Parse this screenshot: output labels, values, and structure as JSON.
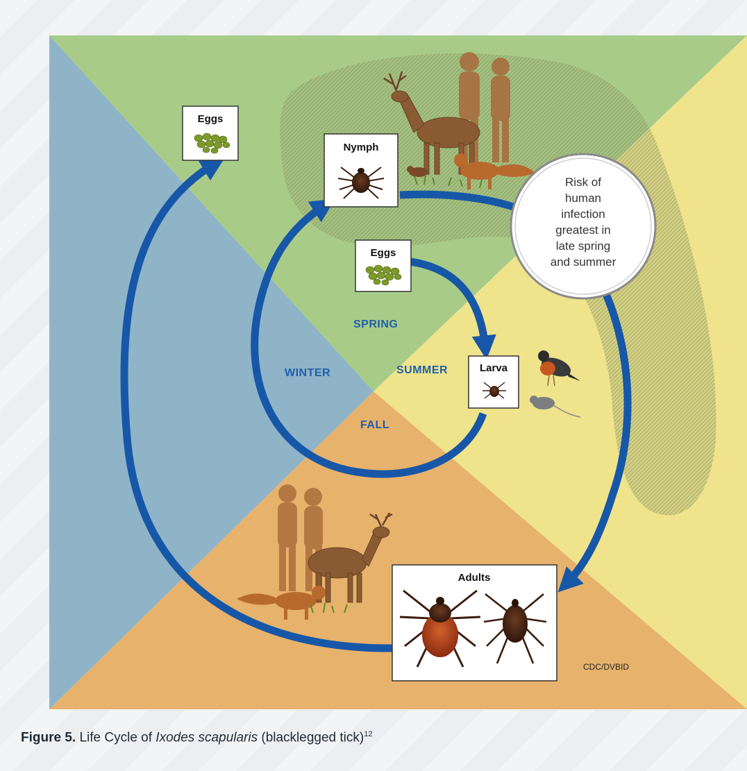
{
  "diagram": {
    "stages": {
      "eggs_outer": "Eggs",
      "nymph": "Nymph",
      "eggs_inner": "Eggs",
      "larva": "Larva",
      "adults": "Adults"
    },
    "seasons": {
      "spring": "SPRING",
      "summer": "SUMMER",
      "fall": "FALL",
      "winter": "WINTER"
    },
    "risk_lines": [
      "Risk of",
      "human",
      "infection",
      "greatest in",
      "late spring",
      "and summer"
    ],
    "credit": "CDC/DVBID",
    "colors": {
      "spring": "#a8cc88",
      "summer": "#efe38c",
      "fall": "#e7b26b",
      "winter": "#8fb4c8",
      "arrow": "#1757a8",
      "season_text": "#1f5fa8"
    }
  },
  "caption": {
    "figure": "Figure 5.",
    "text_before": " Life Cycle of ",
    "species": "Ixodes scapularis",
    "text_after": " (blacklegged tick)",
    "ref": "12"
  }
}
